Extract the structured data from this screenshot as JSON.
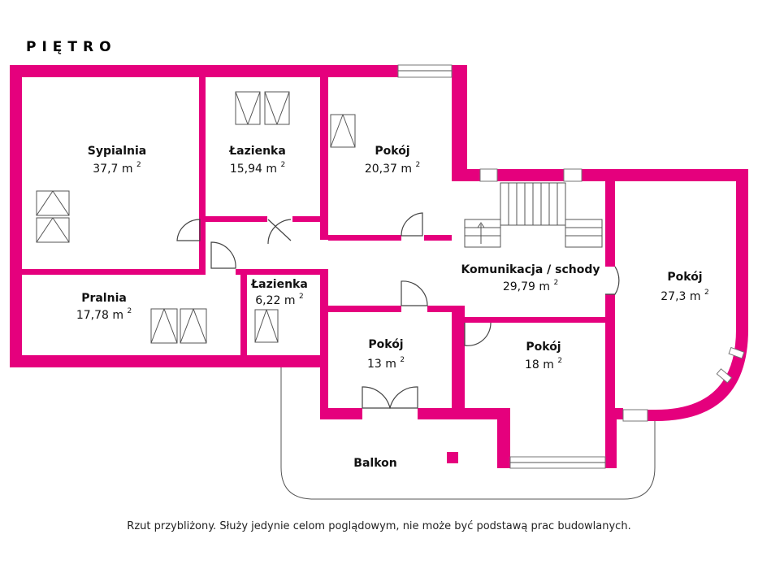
{
  "floor_title": "PIĘTRO",
  "area_unit": "m",
  "area_exponent": "2",
  "rooms": [
    {
      "id": "sypialnia",
      "name": "Sypialnia",
      "area": "37,7"
    },
    {
      "id": "lazienka-1",
      "name": "Łazienka",
      "area": "15,94"
    },
    {
      "id": "pokoj-1",
      "name": "Pokój",
      "area": "20,37"
    },
    {
      "id": "komunikacja",
      "name": "Komunikacja / schody",
      "area": "29,79"
    },
    {
      "id": "pokoj-2",
      "name": "Pokój",
      "area": "27,3"
    },
    {
      "id": "pralnia",
      "name": "Pralnia",
      "area": "17,78"
    },
    {
      "id": "lazienka-2",
      "name": "Łazienka",
      "area": "6,22"
    },
    {
      "id": "pokoj-3",
      "name": "Pokój",
      "area": "13"
    },
    {
      "id": "pokoj-4",
      "name": "Pokój",
      "area": "18"
    },
    {
      "id": "balkon",
      "name": "Balkon",
      "area": ""
    }
  ],
  "footer_note": "Rzut przybliżony. Służy jedynie celom poglądowym, nie może być podstawą prac budowlanych."
}
